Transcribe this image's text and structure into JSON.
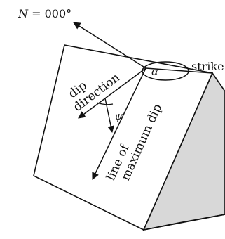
{
  "labels": {
    "north_symbol": "N",
    "north_value": " = 000°",
    "dip_word": "dip",
    "direction_word": "direction",
    "alpha": "α",
    "psi": "ψ",
    "strike": "strike",
    "line_of_word": "line of",
    "maximum_dip_word": "maximum dip"
  },
  "colors": {
    "stroke": "#111111",
    "face": "#ffffff",
    "side_face": "#d8d8d8"
  }
}
